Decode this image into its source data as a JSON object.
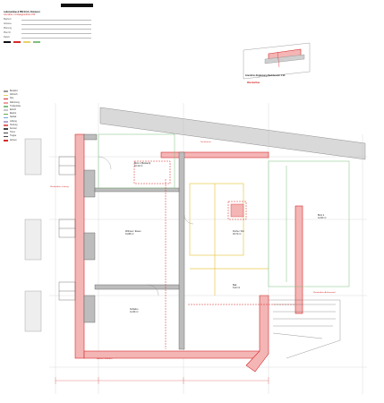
{
  "title_block": {
    "header_label": "",
    "project": "Ladenumbau & BW Erich, Zimmerei",
    "drawing_title": "Grundriss / Umbaugrundriss 1:50",
    "rows": [
      {
        "k": "Bauherr",
        "v": ""
      },
      {
        "k": "Adresse",
        "v": ""
      },
      {
        "k": "Planung",
        "v": ""
      },
      {
        "k": "Plan Nr.",
        "v": ""
      },
      {
        "k": "Datum",
        "v": ""
      }
    ]
  },
  "legend_items": [
    {
      "label": "Bestand",
      "color": "#9a9a9a"
    },
    {
      "label": "Abbruch",
      "color": "#e8d36a"
    },
    {
      "label": "Neu",
      "color": "#d62b2b"
    },
    {
      "label": "Dämmung",
      "color": "#f0a0a0"
    },
    {
      "label": "Trockenbau",
      "color": "#7fbf7f"
    },
    {
      "label": "Estrich",
      "color": "#c8c8c8"
    },
    {
      "label": "Elektro",
      "color": "#6aa84f"
    },
    {
      "label": "Sanitär",
      "color": "#6fa8dc"
    },
    {
      "label": "Lüftung",
      "color": "#b4a7d6"
    },
    {
      "label": "Heizung",
      "color": "#e06666"
    },
    {
      "label": "Fenster",
      "color": "#444444"
    },
    {
      "label": "Türen",
      "color": "#444444"
    },
    {
      "label": "Treppe",
      "color": "#444444"
    },
    {
      "label": "Achsen",
      "color": "#d62b2b"
    }
  ],
  "detail": {
    "title": "Grundriss Ergänzung Dachfenster 1:10",
    "notes_heading": "Wandaufbau"
  },
  "rooms": [
    {
      "name": "Büro 1 (Bestand)",
      "area": "22,14 m²"
    },
    {
      "name": "Wohnen / Essen",
      "area": "31,88 m²"
    },
    {
      "name": "Küche / Flur",
      "area": "18,72 m²"
    },
    {
      "name": "Bad",
      "area": "6,42 m²"
    },
    {
      "name": "Schlafen",
      "area": "14,36 m²"
    },
    {
      "name": "Büro 2",
      "area": "12,60 m²"
    }
  ],
  "notes": {
    "west": "Wandaufbau Laibung",
    "east": "Wandaufbau Außenwand",
    "south": "Aufbau Fußboden",
    "north": "Dachfenster"
  }
}
